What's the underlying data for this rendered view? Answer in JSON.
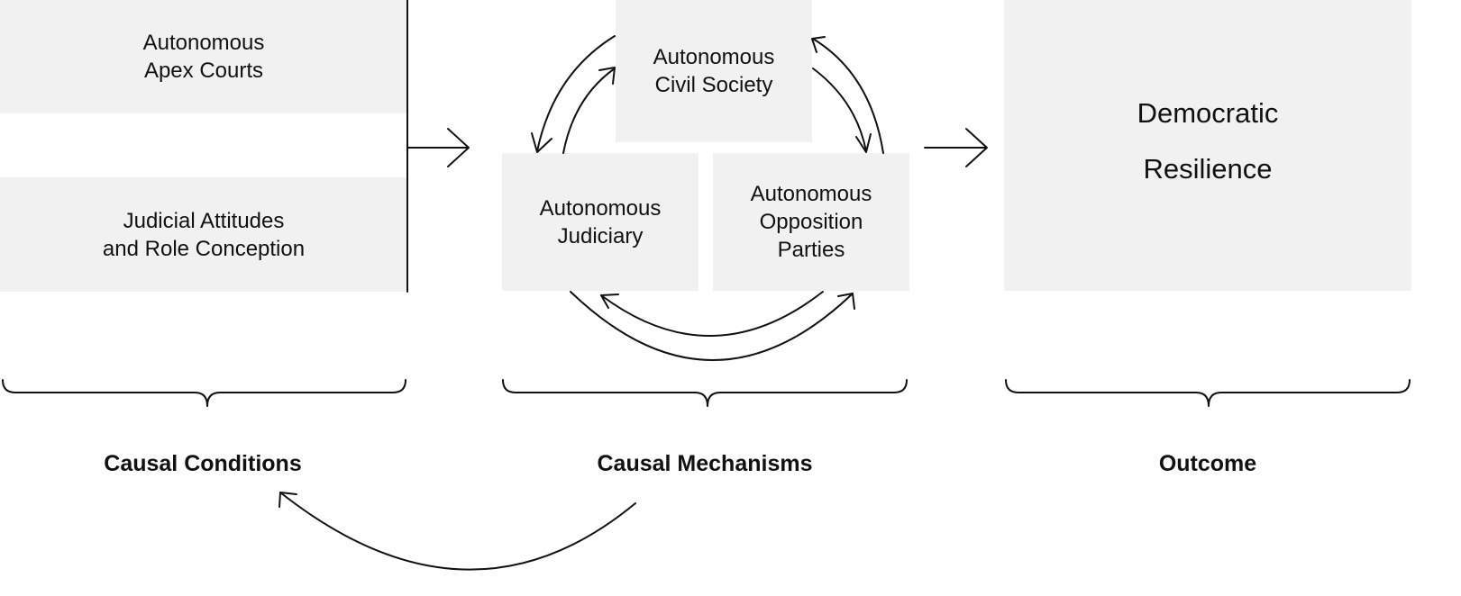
{
  "causal_conditions": {
    "items": [
      {
        "lines": [
          "Autonomous",
          "Apex Courts"
        ]
      },
      {
        "lines": [
          "Judicial Attitudes",
          "and Role Conception"
        ]
      }
    ],
    "label": "Causal Conditions"
  },
  "causal_mechanisms": {
    "civil_society": {
      "lines": [
        "Autonomous",
        "Civil Society"
      ]
    },
    "judiciary": {
      "lines": [
        "Autonomous",
        "Judiciary"
      ]
    },
    "opposition": {
      "lines": [
        "Autonomous",
        "Opposition",
        "Parties"
      ]
    },
    "label": "Causal Mechanisms"
  },
  "outcome": {
    "lines": [
      "Democratic",
      "Resilience"
    ],
    "label": "Outcome"
  },
  "colors": {
    "box_fill": "#f1f1f1",
    "stroke": "#111111",
    "background": "#ffffff"
  }
}
